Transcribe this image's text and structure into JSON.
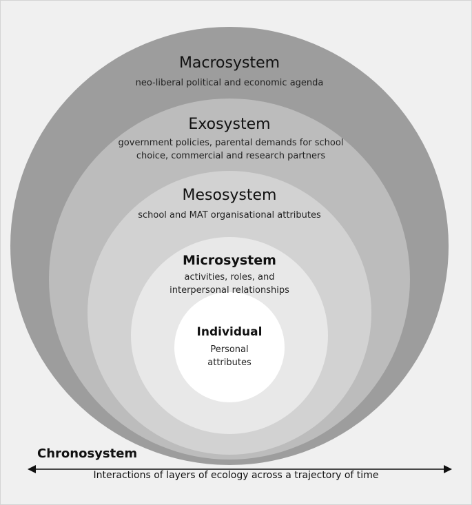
{
  "colors": {
    "background": "#f0f0f0",
    "macro_ring": "#9d9d9d",
    "exo_ring": "#bcbcbc",
    "meso_ring": "#d2d2d2",
    "micro_ring": "#e8e8e8",
    "individual_ring": "#ffffff"
  },
  "layers": {
    "macro": {
      "title": "Macrosystem",
      "desc": "neo-liberal political and economic agenda"
    },
    "exo": {
      "title": "Exosystem",
      "desc": "government policies, parental demands for school choice, commercial and research partners"
    },
    "meso": {
      "title": "Mesosystem",
      "desc": "school and MAT organisational attributes"
    },
    "micro": {
      "title": "Microsystem",
      "desc": "activities, roles, and interpersonal relationships"
    },
    "individual": {
      "title": "Individual",
      "desc": "Personal attributes"
    }
  },
  "chronosystem": {
    "title": "Chronosystem",
    "desc": "Interactions of layers of ecology across a trajectory of time"
  }
}
